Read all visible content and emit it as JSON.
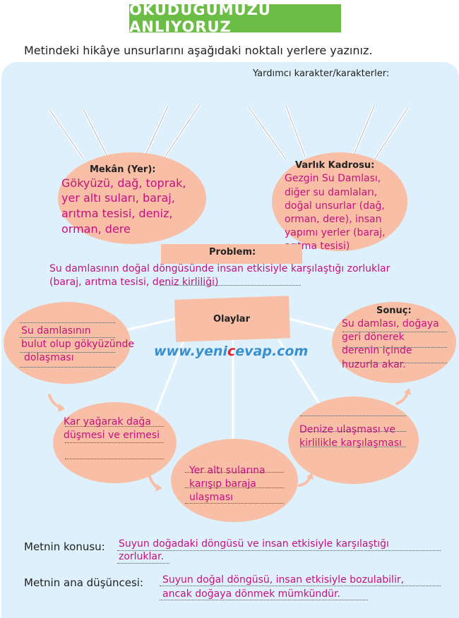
{
  "header": {
    "title": "OKUDUĞUMUZU ANLIYORUZ",
    "instruction": "Metindeki hikâye unsurlarını aşağıdaki noktalı yerlere yazınız."
  },
  "helper_label": "Yardımcı karakter/karakterler:",
  "mekan": {
    "label": "Mekân (Yer):",
    "lines": [
      "Gökyüzü, dağ, toprak,",
      "yer altı suları, baraj,",
      "arıtma tesisi, deniz,",
      "orman, dere"
    ]
  },
  "kadro": {
    "label": "Varlık Kadrosu:",
    "lines": [
      "Gezgin Su Damlası,",
      "diğer su damlaları,",
      "doğal unsurlar (dağ,",
      "orman, dere), insan",
      "yapımı yerler (baraj,",
      "arıtma tesisi)"
    ]
  },
  "problem": {
    "label": "Problem:",
    "lines": [
      "Su damlasının doğal döngüsünde insan etkisiyle karşılaştığı zorluklar",
      "(baraj, arıtma tesisi, deniz kirliliği)"
    ]
  },
  "olaylar": {
    "label": "Olaylar"
  },
  "sonuc": {
    "label": "Sonuç:",
    "lines": [
      "Su damlası, doğaya",
      "geri dönerek",
      "derenin içinde",
      "huzurla akar."
    ]
  },
  "events": [
    {
      "lines": [
        "Su damlasının",
        "bulut olup gökyüzünde",
        "dolaşması"
      ]
    },
    {
      "lines": [
        "Kar yağarak dağa",
        "düşmesi ve erimesi"
      ]
    },
    {
      "lines": [
        "Yer altı sularına",
        "karışıp baraja",
        "ulaşması"
      ]
    },
    {
      "lines": [
        "Denize ulaşması ve",
        "kirlilikle karşılaşması"
      ]
    }
  ],
  "watermark": {
    "pre": "www.yeni",
    "accent": "c",
    "post": "evap.com"
  },
  "konu": {
    "label": "Metnin konusu:",
    "lines": [
      "Suyun doğadaki döngüsü ve insan etkisiyle karşılaştığı",
      "zorluklar."
    ]
  },
  "ana_dusunce": {
    "label": "Metnin ana düşüncesi:",
    "lines": [
      "Suyun doğal döngüsü, insan etkisiyle bozulabilir,",
      "ancak doğaya dönmek mümkündür."
    ]
  },
  "colors": {
    "banner": "#6cbd45",
    "panel": "#ddf0fb",
    "oval": "#f8bfa6",
    "answer": "#c6107e"
  }
}
